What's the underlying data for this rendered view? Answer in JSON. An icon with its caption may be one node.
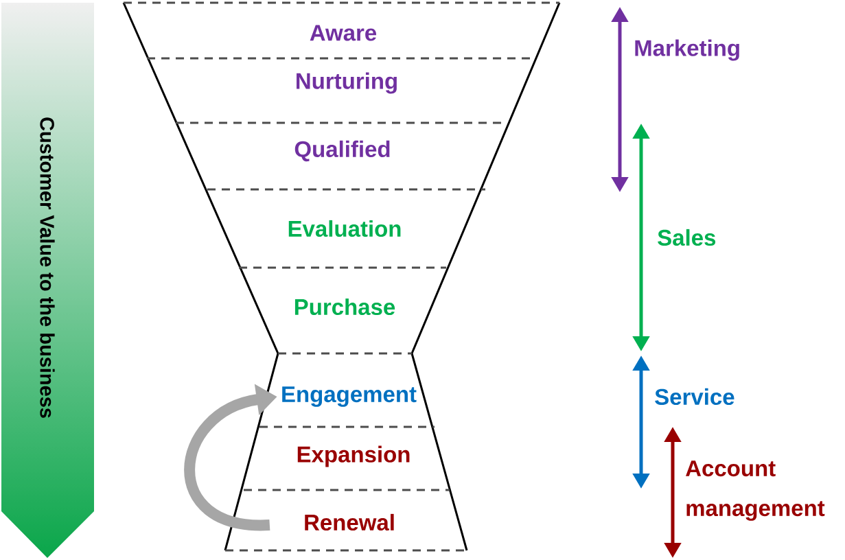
{
  "diagram": {
    "nodes": [
      {
        "text": [
          "Customer Value to the business"
        ]
      },
      {
        "text": [
          "Aware"
        ]
      },
      {
        "text": [
          "Nurturing"
        ]
      },
      {
        "text": [
          "Qualified"
        ]
      },
      {
        "text": [
          "Evaluation"
        ]
      },
      {
        "text": [
          "Purchase"
        ]
      },
      {
        "text": [
          "Engagement"
        ]
      },
      {
        "text": [
          "Expansion"
        ]
      },
      {
        "text": [
          "Renewal"
        ]
      }
    ],
    "edges": [
      {
        "from": 8,
        "to": 6,
        "arrow": "to"
      }
    ],
    "labels": [
      "Marketing",
      "Sales",
      "Service",
      "Account management"
    ]
  }
}
